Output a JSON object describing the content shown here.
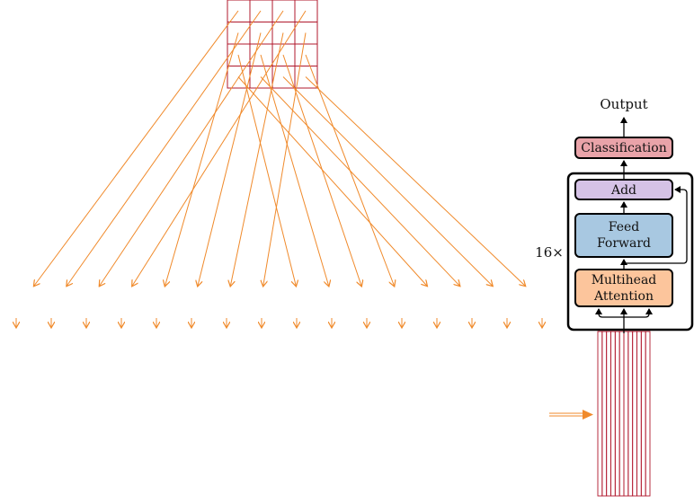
{
  "labels": {
    "output": "Output",
    "classification": "Classification",
    "add": "Add",
    "feed_forward_line1": "Feed",
    "feed_forward_line2": "Forward",
    "multihead_line1": "Multihead",
    "multihead_line2": "Attention",
    "repeat": "16×"
  },
  "structure": {
    "image_grid": {
      "rows": 4,
      "cols": 4
    },
    "patch_arrows_count": 16,
    "small_arrows_count": 16,
    "token_strips_count": 12
  },
  "colors": {
    "grid_red": "#b0182c",
    "arrow_orange": "#f08a2b",
    "classification_fill": "#e9a3a9",
    "add_fill": "#d5c2e6",
    "feed_forward_fill": "#a8c8e1",
    "multihead_fill": "#fcc59c",
    "block_stroke": "#000000"
  }
}
